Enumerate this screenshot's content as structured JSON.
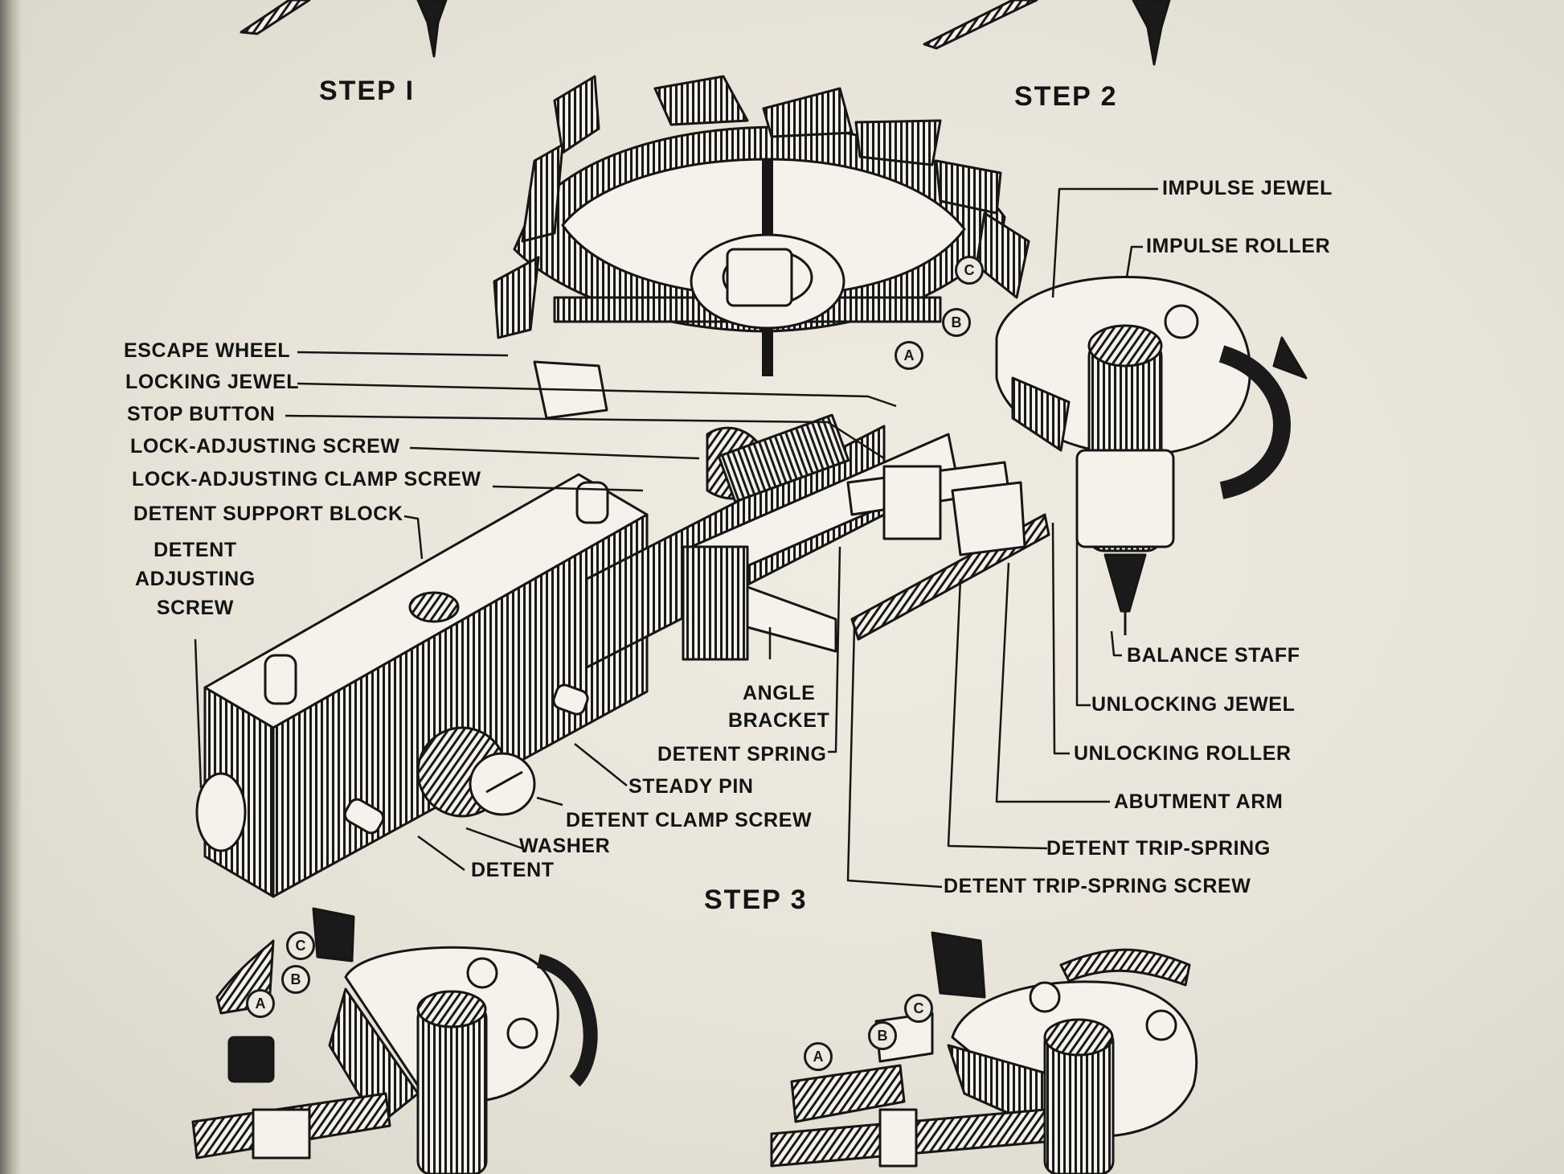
{
  "steps": {
    "step1": "STEP I",
    "step2": "STEP 2",
    "step3": "STEP 3"
  },
  "labels": {
    "impulse_jewel": "IMPULSE JEWEL",
    "impulse_roller": "IMPULSE ROLLER",
    "escape_wheel": "ESCAPE WHEEL",
    "locking_jewel": "LOCKING JEWEL",
    "stop_button": "STOP BUTTON",
    "lock_adjusting_screw": "LOCK-ADJUSTING SCREW",
    "lock_adjusting_clamp_screw": "LOCK-ADJUSTING CLAMP SCREW",
    "detent_support_block": "DETENT SUPPORT BLOCK",
    "detent_adjusting_screw": "DETENT\nADJUSTING\nSCREW",
    "angle_bracket": "ANGLE\nBRACKET",
    "detent_spring": "DETENT SPRING",
    "steady_pin": "STEADY PIN",
    "detent_clamp_screw": "DETENT CLAMP SCREW",
    "washer": "WASHER",
    "detent": "DETENT",
    "balance_staff": "BALANCE STAFF",
    "unlocking_jewel": "UNLOCKING JEWEL",
    "unlocking_roller": "UNLOCKING ROLLER",
    "abutment_arm": "ABUTMENT ARM",
    "detent_trip_spring": "DETENT TRIP-SPRING",
    "detent_trip_spring_screw": "DETENT TRIP-SPRING SCREW"
  },
  "markers": {
    "a": "A",
    "b": "B",
    "c": "C"
  }
}
